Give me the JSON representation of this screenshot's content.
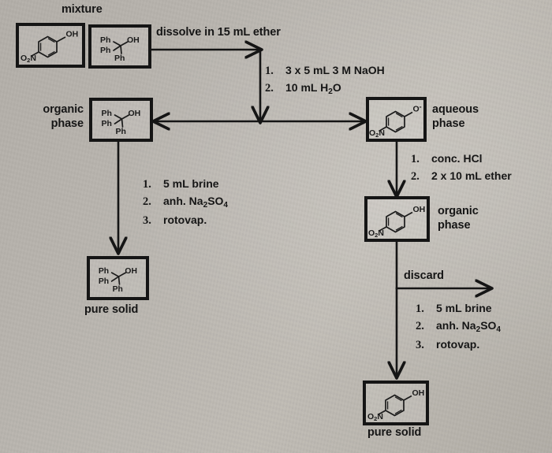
{
  "document": {
    "type": "laboratory extraction flowchart",
    "background_color": "#b9b5af",
    "ink_color": "#151515"
  },
  "labels": {
    "mixture": "mixture",
    "dissolve": "dissolve in 15 mL ether",
    "organic_phase_left": "organic\nphase",
    "aqueous_phase": "aqueous\nphase",
    "organic_phase_right": "organic\nphase",
    "pure_solid_left": "pure solid",
    "pure_solid_bottom": "pure solid",
    "discard": "discard"
  },
  "steps": {
    "naoh_wash": [
      {
        "num": "1.",
        "text": "3 x 5 mL 3 M NaOH"
      },
      {
        "num": "2.",
        "text": "10 mL H2O"
      }
    ],
    "acidify": [
      {
        "num": "1.",
        "text": "conc. HCl"
      },
      {
        "num": "2.",
        "text": "2 x 10 mL ether"
      }
    ],
    "dry_left": [
      {
        "num": "1.",
        "text": "5 mL brine"
      },
      {
        "num": "2.",
        "text": "anh. Na2SO4"
      },
      {
        "num": "3.",
        "text": "rotovap."
      }
    ],
    "dry_right": [
      {
        "num": "1.",
        "text": "5 mL brine"
      },
      {
        "num": "2.",
        "text": "anh. Na2SO4"
      },
      {
        "num": "3.",
        "text": "rotovap."
      }
    ]
  },
  "structures": {
    "nitrophenol": {
      "name": "4-nitrophenol",
      "left_label": "O2N",
      "right_label": "OH"
    },
    "nitrophenoxide": {
      "name": "4-nitrophenoxide",
      "left_label": "O2N",
      "right_label": "O-"
    },
    "triphenylmethanol": {
      "name": "triphenylmethanol",
      "l1": "Ph",
      "l2": "Ph",
      "l3": "Ph",
      "oh": "OH"
    }
  },
  "boxes": [
    {
      "id": "mixture-nitrophenol",
      "content": "4-nitrophenol"
    },
    {
      "id": "mixture-triphenylmethanol",
      "content": "triphenylmethanol"
    },
    {
      "id": "organic-phase-left",
      "content": "triphenylmethanol"
    },
    {
      "id": "aqueous-phase",
      "content": "4-nitrophenoxide"
    },
    {
      "id": "organic-phase-right",
      "content": "4-nitrophenol"
    },
    {
      "id": "pure-solid-left",
      "content": "triphenylmethanol"
    },
    {
      "id": "pure-solid-bottom",
      "content": "4-nitrophenol"
    }
  ]
}
